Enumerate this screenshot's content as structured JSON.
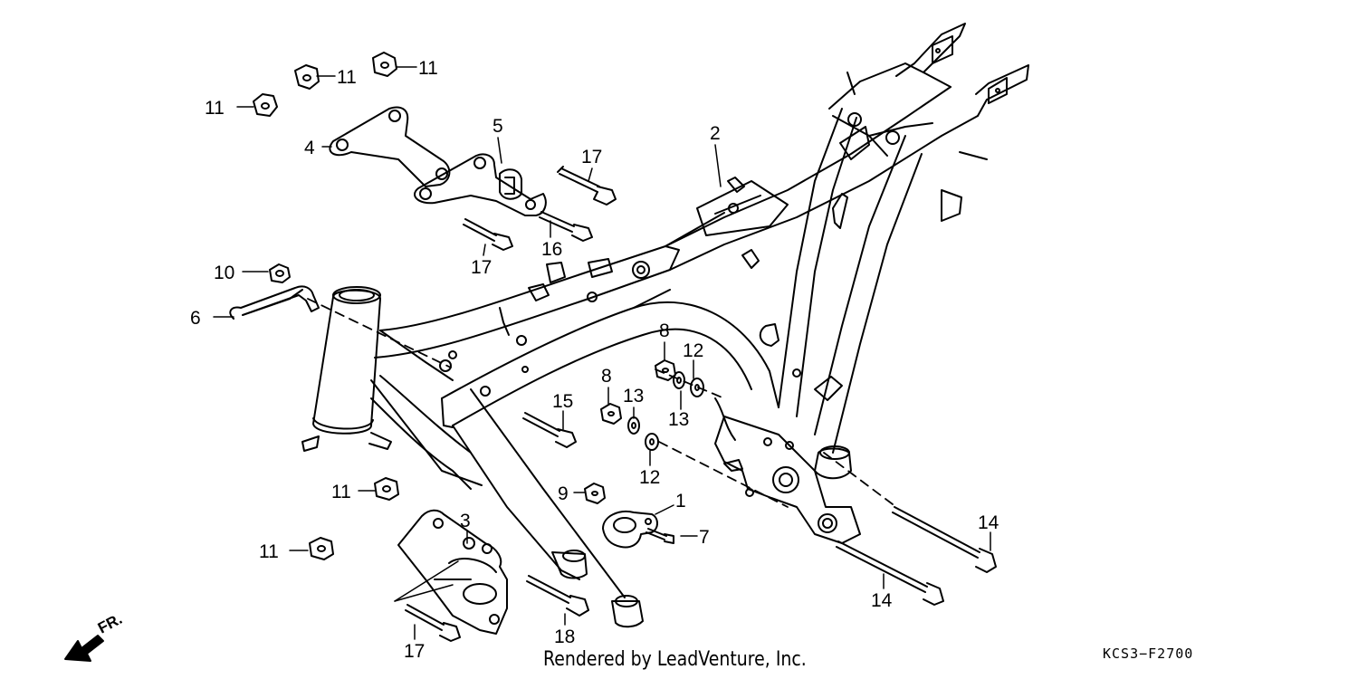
{
  "diagram": {
    "callouts": [
      {
        "id": "c11a",
        "text": "11"
      },
      {
        "id": "c11b",
        "text": "11"
      },
      {
        "id": "c11c",
        "text": "11"
      },
      {
        "id": "c4",
        "text": "4"
      },
      {
        "id": "c5",
        "text": "5"
      },
      {
        "id": "c17a",
        "text": "17"
      },
      {
        "id": "c2",
        "text": "2"
      },
      {
        "id": "c16",
        "text": "16"
      },
      {
        "id": "c17b",
        "text": "17"
      },
      {
        "id": "c10",
        "text": "10"
      },
      {
        "id": "c6",
        "text": "6"
      },
      {
        "id": "c8a",
        "text": "8"
      },
      {
        "id": "c12a",
        "text": "12"
      },
      {
        "id": "c8b",
        "text": "8"
      },
      {
        "id": "c13a",
        "text": "13"
      },
      {
        "id": "c13b",
        "text": "13"
      },
      {
        "id": "c15",
        "text": "15"
      },
      {
        "id": "c12b",
        "text": "12"
      },
      {
        "id": "c9",
        "text": "9"
      },
      {
        "id": "c1",
        "text": "1"
      },
      {
        "id": "c11d",
        "text": "11"
      },
      {
        "id": "c3",
        "text": "3"
      },
      {
        "id": "c7",
        "text": "7"
      },
      {
        "id": "c14a",
        "text": "14"
      },
      {
        "id": "c11e",
        "text": "11"
      },
      {
        "id": "c14b",
        "text": "14"
      },
      {
        "id": "c18",
        "text": "18"
      },
      {
        "id": "c17c",
        "text": "17"
      }
    ],
    "direction_label": "FR.",
    "credit": "Rendered by LeadVenture, Inc.",
    "diagram_code": "KCS3−F2700"
  }
}
